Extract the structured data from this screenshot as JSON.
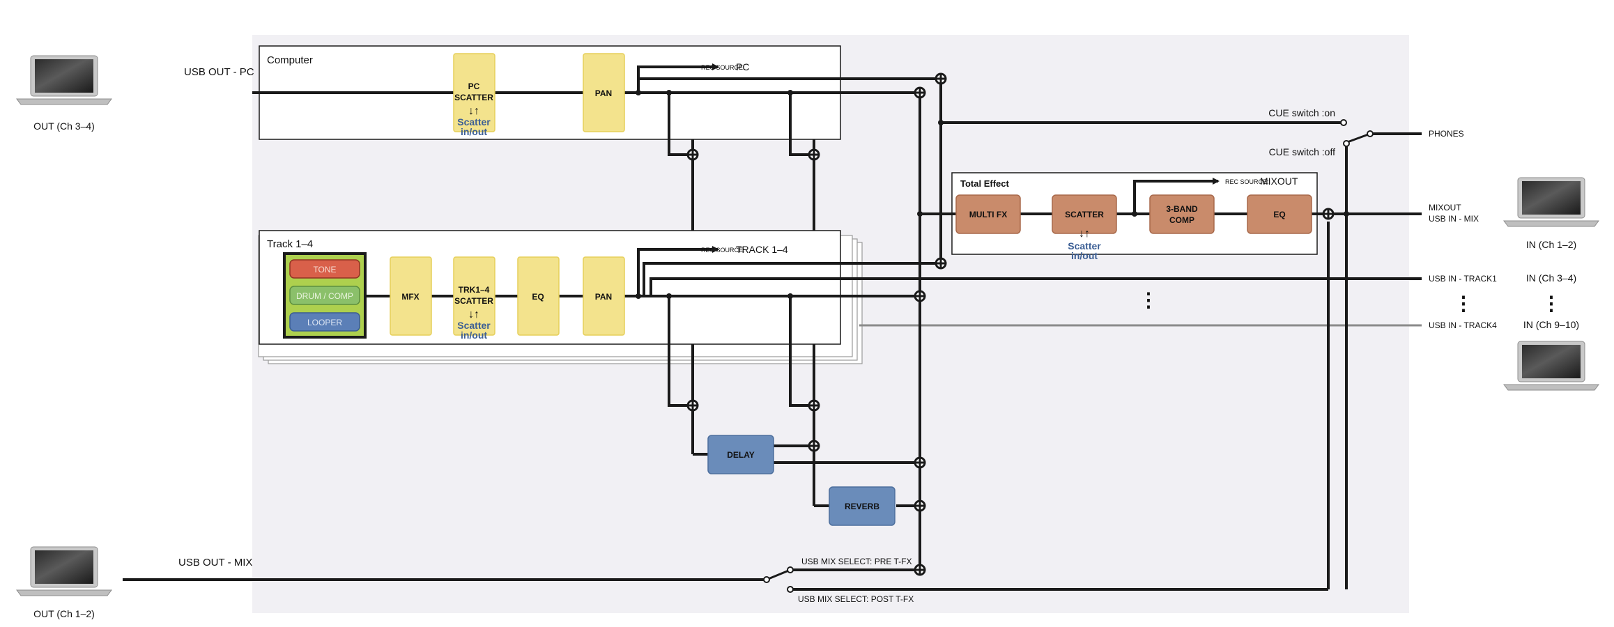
{
  "labels": {
    "usb_out_pc": "USB OUT - PC",
    "out_ch34": "OUT (Ch 3–4)",
    "usb_out_mix": "USB OUT - MIX",
    "out_ch12": "OUT (Ch 1–2)",
    "computer_group": "Computer",
    "track_group": "Track 1–4",
    "total_effect_group": "Total Effect",
    "rec_source_small": "REC SOURCE:",
    "rec_source_pc": "PC",
    "rec_source_track": "TRACK 1–4",
    "rec_source_mixout": "MIXOUT",
    "cue_on": "CUE switch :on",
    "cue_off": "CUE switch :off",
    "phones": "PHONES",
    "mixout": "MIXOUT",
    "usb_in_mix": "USB IN - MIX",
    "in_ch12": "IN (Ch 1–2)",
    "usb_in_track1": "USB IN - TRACK1",
    "in_ch34": "IN (Ch 3–4)",
    "usb_in_track4": "USB IN - TRACK4",
    "in_ch910": "IN (Ch 9–10)",
    "mix_select_pre": "USB MIX SELECT: PRE T-FX",
    "mix_select_post": "USB MIX SELECT: POST T-FX",
    "vdots": "⋮"
  },
  "blocks": {
    "pc_scatter_1": "PC",
    "pc_scatter_2": "SCATTER",
    "scatter_inout_1": "Scatter",
    "scatter_inout_2": "in/out",
    "pan": "PAN",
    "tone": "TONE",
    "drum_comp": "DRUM / COMP",
    "looper": "LOOPER",
    "mfx": "MFX",
    "trk_scatter_1": "TRK1–4",
    "trk_scatter_2": "SCATTER",
    "eq": "EQ",
    "multi_fx": "MULTI FX",
    "scatter": "SCATTER",
    "band_comp_1": "3-BAND",
    "band_comp_2": "COMP",
    "eq_total": "EQ",
    "delay": "DELAY",
    "reverb": "REVERB",
    "arrows": "↓↑"
  },
  "colors": {
    "yellow_block": "#f3e38d",
    "orange_block": "#c98b6b",
    "blue_block": "#6a8cba",
    "scatter_text": "#3c5f95",
    "background_panel": "#f1f0f4"
  },
  "icons": [
    "laptop-icon"
  ]
}
